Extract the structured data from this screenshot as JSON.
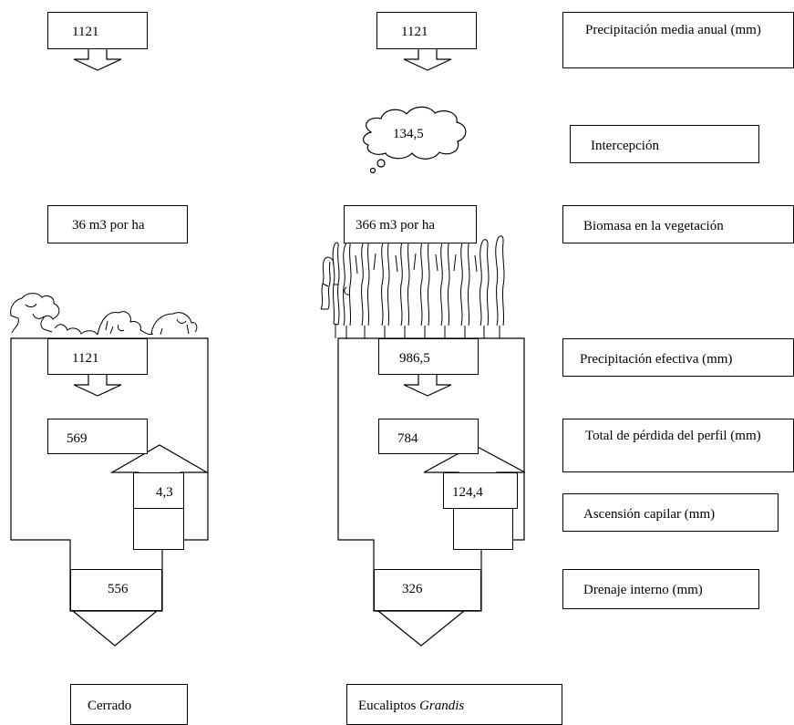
{
  "cerrado": {
    "precip": "1121",
    "biomass": "36 m3 por ha",
    "effective": "1121",
    "loss": "569",
    "capillary": "4,3",
    "drainage": "556",
    "label": "Cerrado"
  },
  "eucalyptus": {
    "precip": "1121",
    "interception": "134,5",
    "biomass": "366 m3 por ha",
    "effective": "986,5",
    "loss": "784",
    "capillary": "124,4",
    "drainage": "326",
    "label_main": "Eucaliptos",
    "label_italic": "Grandis"
  },
  "legend": {
    "precip_annual": "Precipitación media anual (mm)",
    "interception": "Intercepción",
    "biomass": "Biomasa en la vegetación",
    "effective_precip": "Precipitación efectiva (mm)",
    "profile_loss": "Total de pérdida del perfil (mm)",
    "capillary": "Ascensión capilar (mm)",
    "drainage": "Drenaje interno (mm)"
  }
}
